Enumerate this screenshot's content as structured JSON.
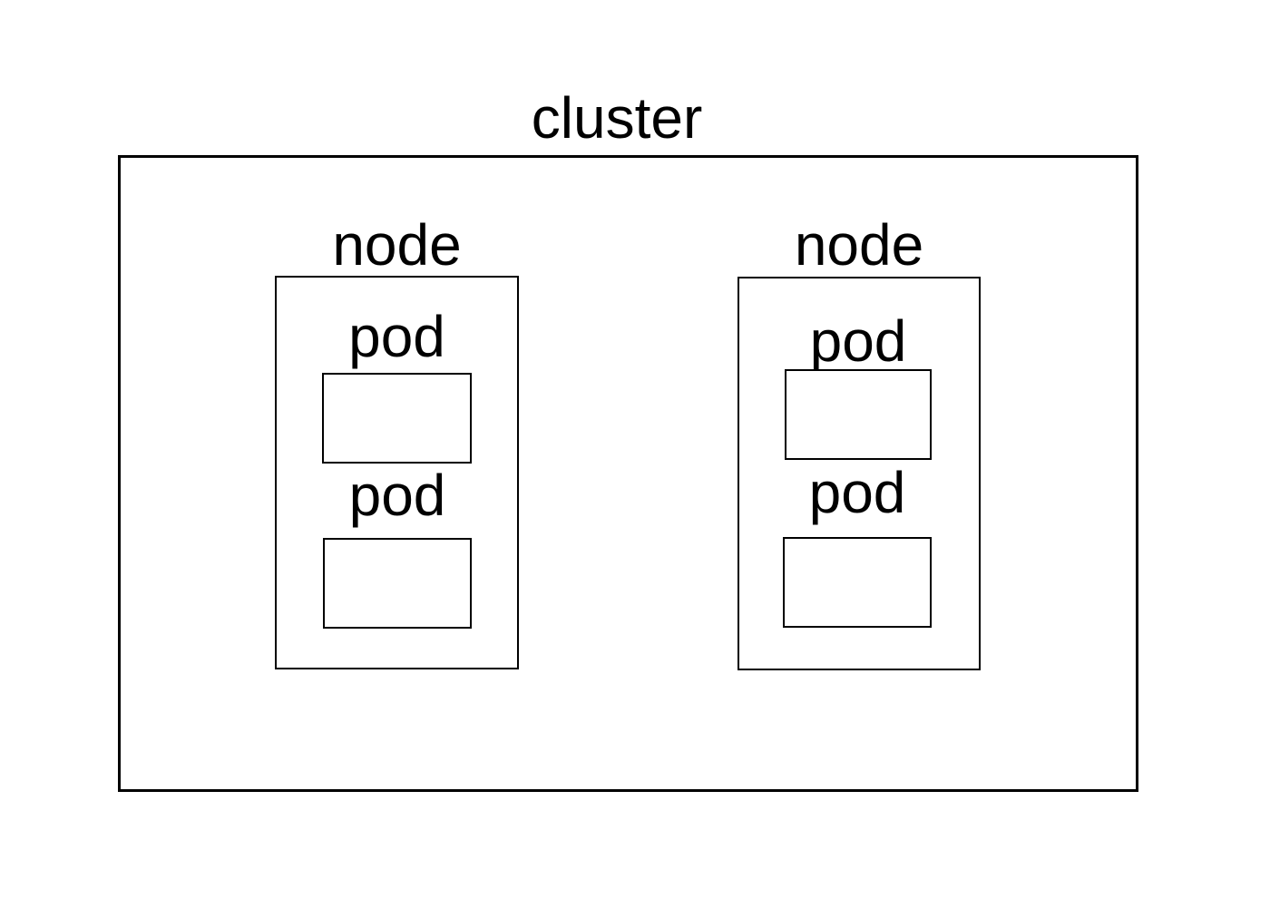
{
  "diagram": {
    "title": "cluster",
    "nodes": [
      {
        "label": "node",
        "pods": [
          {
            "label": "pod"
          },
          {
            "label": "pod"
          }
        ]
      },
      {
        "label": "node",
        "pods": [
          {
            "label": "pod"
          },
          {
            "label": "pod"
          }
        ]
      }
    ],
    "colors": {
      "stroke": "#000000",
      "text": "#000000",
      "background": "#ffffff"
    }
  }
}
